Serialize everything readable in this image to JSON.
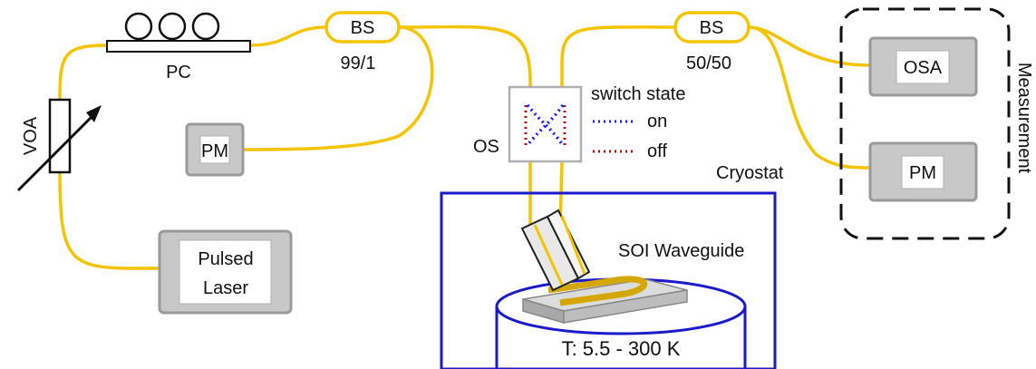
{
  "labels": {
    "pc": "PC",
    "bs1": "BS",
    "bs1_ratio": "99/1",
    "bs2": "BS",
    "bs2_ratio": "50/50",
    "voa": "VOA",
    "pm1": "PM",
    "pm2": "PM",
    "osa": "OSA",
    "pulsed_laser_line1": "Pulsed",
    "pulsed_laser_line2": "Laser",
    "os": "OS",
    "switch_state": "switch state",
    "switch_on": "on",
    "switch_off": "off",
    "cryostat": "Cryostat",
    "soi_waveguide": "SOI Waveguide",
    "temperature": "T: 5.5 - 300 K",
    "measurement": "Measurement"
  },
  "colors": {
    "fiber": "#f5c400",
    "switch_on": "#1a1aff",
    "switch_off": "#b01010",
    "cryostat_frame": "#1a1acc",
    "instrument_fill": "#c8c8c8",
    "waveguide_gold": "#d4a800"
  }
}
